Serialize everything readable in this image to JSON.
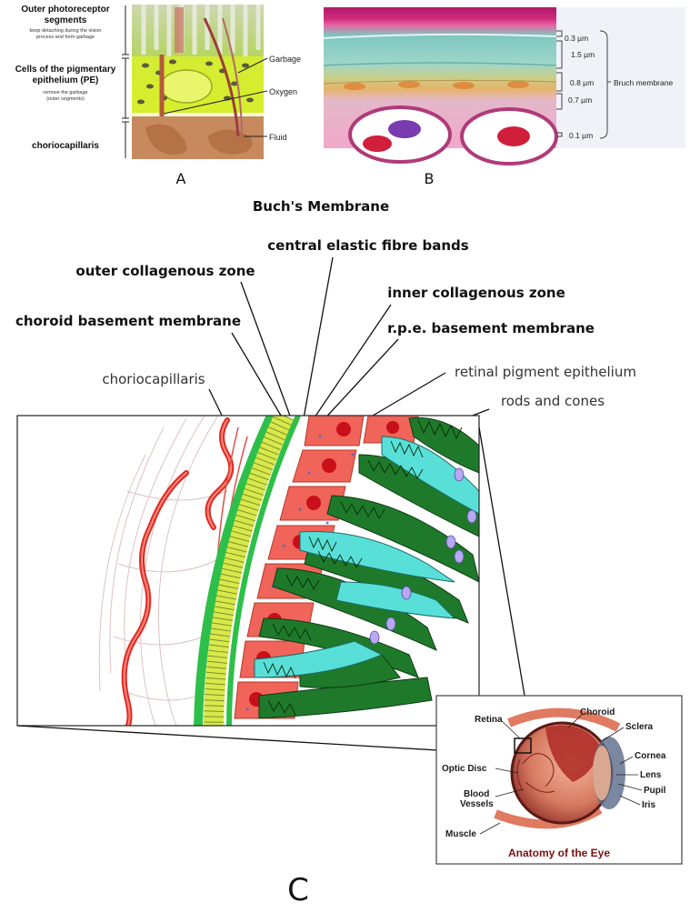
{
  "panel_a": {
    "label": "A",
    "head_1": "Outer photoreceptor",
    "head_2": "segments",
    "sub_1": "keep detaching during the vision",
    "sub_2": "process and form garbage",
    "cells_1": "Cells of the pigmentary",
    "cells_2": "epithelium (PE)",
    "cells_sub_1": "remove the garbage",
    "cells_sub_2": "(outer segments)",
    "chorio": "choriocapillaris",
    "garbage": "Garbage",
    "oxygen": "Oxygen",
    "fluid": "Fluid"
  },
  "panel_b": {
    "label": "B",
    "m1": "0.3 µm",
    "m2": "1.5 µm",
    "m3": "0.8 µm",
    "m4": "0.7 µm",
    "m5": "0.1 µm",
    "bruch": "Bruch membrane"
  },
  "panel_c": {
    "label": "C",
    "title": "Buch's Membrane",
    "central": "central elastic fibre bands",
    "outer": "outer collagenous zone",
    "inner": "inner collagenous zone",
    "choroid_bm": "choroid basement membrane",
    "rpe_bm": "r.p.e. basement membrane",
    "choriocapillaris": "choriocapillaris",
    "rpe": "retinal pigment epithelium",
    "rods": "rods and cones"
  },
  "eye": {
    "title": "Anatomy of the Eye",
    "retina": "Retina",
    "choroid": "Choroid",
    "sclera": "Sclera",
    "cornea": "Cornea",
    "lens": "Lens",
    "pupil": "Pupil",
    "iris": "Iris",
    "optic_disc": "Optic Disc",
    "blood_1": "Blood",
    "blood_2": "Vessels",
    "muscle": "Muscle"
  }
}
